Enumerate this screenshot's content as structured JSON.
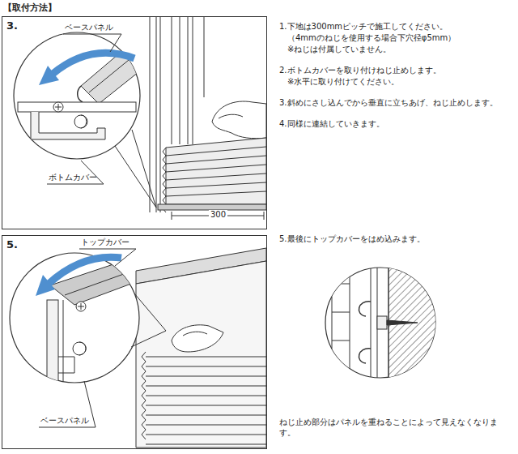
{
  "diagram": {
    "nodes": [
      {
        "text": [
          "3."
        ]
      },
      {
        "text": [
          "5."
        ]
      }
    ],
    "labels": [
      "【取付方法】",
      "ベースパネル",
      "ボトムカバー",
      "300",
      "1.下地は300mmピッチで施工してください。",
      "（4mmのねじを使用する場合下穴径φ5mm）",
      "※ねじは付属していません。",
      "2.ボトムカバーを取り付けねじ止めします。",
      "※水平に取り付けてください。",
      "3.斜めにさし込んでから垂直に立ちあげ、ねじ止めします。",
      "4.同様に連結していきます。",
      "トップカバー",
      "ベースパネル",
      "5.最後にトップカバーをはめ込みます。",
      "ねじ止め部分はパネルを重ねることによって見えなくなります。"
    ]
  }
}
